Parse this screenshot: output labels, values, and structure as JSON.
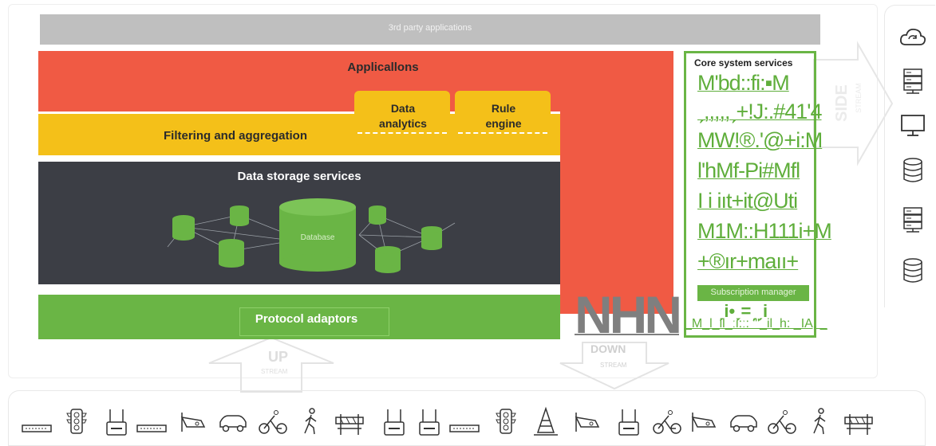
{
  "layers": {
    "third_party": "3rd party applications",
    "applications": "Applicallons",
    "data_analytics": "Data analytics",
    "rule_engine": "Rule engine",
    "filtering": "Filtering and aggregation",
    "data_storage": "Data storage services",
    "database": "Database",
    "protocol": "Protocol adaptors"
  },
  "core_services": {
    "title": "Core system services",
    "lines": [
      "M'bd::fi:▪M",
      "ˏ,,,,,ˏ+!J:.#41'4",
      "MW!®.'@+i:M",
      "l'hMf-Pi#Mfl",
      "I i iıt+it@Uti",
      "M1M::H111i+M",
      "+®ır+maıı+"
    ],
    "subscription": "Subscription manager",
    "extra": "ˏi•ˏ=ˏˏi",
    "bottom": "_M_l_il_ːi:ː: \"'_il_h: _IA, _"
  },
  "watermark": "NHN",
  "flows": {
    "side": "SIDE",
    "side_sub": "STREAM",
    "up": "UP",
    "up_sub": "STREAM",
    "down": "DOWN",
    "down_sub": "STREAM"
  },
  "side_icons": [
    "cloud-sync-icon",
    "server-icon",
    "monitor-icon",
    "database-icon",
    "server-icon",
    "database-icon"
  ],
  "devices": [
    "sensor-strip-icon",
    "traffic-light-icon",
    "router-icon",
    "sensor-strip-icon",
    "camera-icon",
    "car-icon",
    "cyclist-icon",
    "pedestrian-icon",
    "barrier-icon",
    "router-icon",
    "router-icon",
    "sensor-strip-icon",
    "traffic-light-icon",
    "traffic-cone-icon",
    "camera-icon",
    "router-icon",
    "cyclist-icon",
    "camera-icon",
    "car-icon",
    "cyclist-icon",
    "pedestrian-icon",
    "barrier-icon"
  ],
  "colors": {
    "gray": "#bfbfbf",
    "red": "#f05a44",
    "yellow": "#f4c019",
    "dark": "#3c3e45",
    "green": "#6ab545",
    "text_green": "#5fae3b"
  }
}
